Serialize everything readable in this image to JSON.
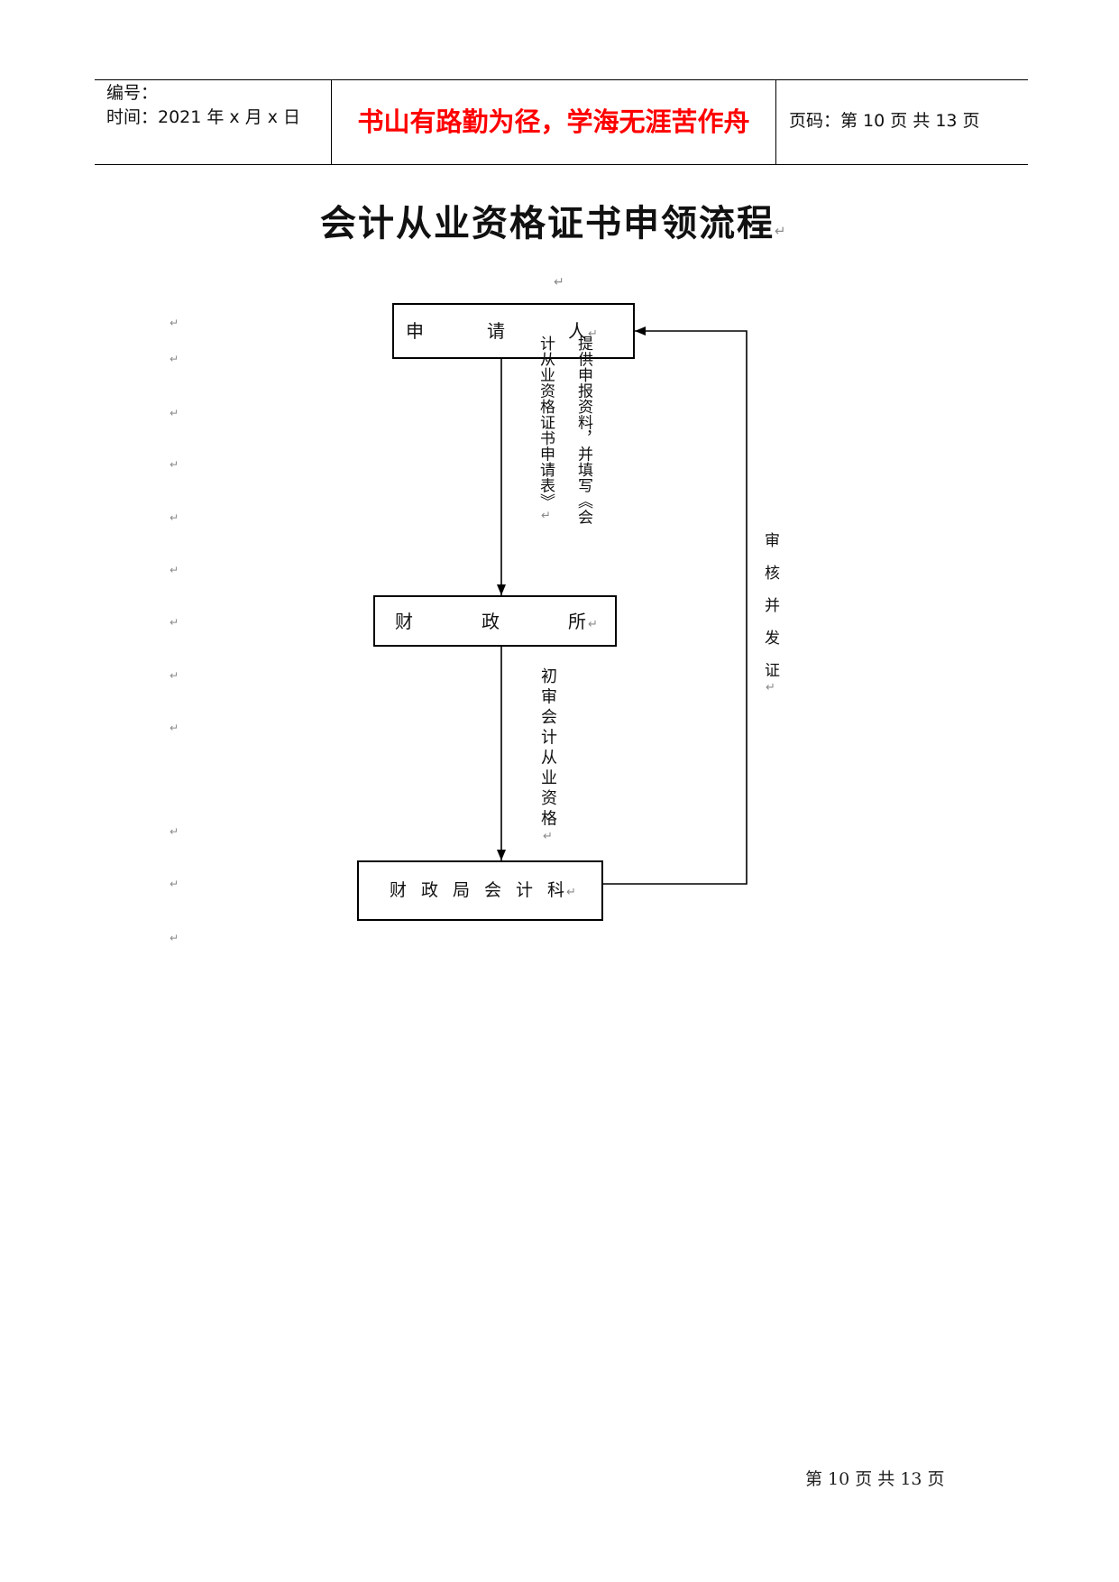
{
  "header": {
    "number_label": "编号：",
    "time_label": "时间：2021 年 x 月 x 日",
    "motto": "书山有路勤为径，学海无涯苦作舟",
    "page_label": "页码：第 10 页  共 13 页"
  },
  "title": "会计从业资格证书申领流程",
  "paragraph_mark": "↵",
  "flowchart": {
    "nodes": [
      {
        "label": "申请人"
      },
      {
        "label": "财政所"
      },
      {
        "label": "财政局会计科"
      }
    ],
    "edges": [
      {
        "from": 0,
        "to": 1,
        "label_lines": [
          "提供申报资料，并填写《会",
          "计从业资格证书申请表》"
        ]
      },
      {
        "from": 1,
        "to": 2,
        "label": "初审会计从业资格"
      },
      {
        "from": 2,
        "to": 0,
        "label": "审核并发证"
      }
    ]
  },
  "footer": {
    "page_text": "第 10 页 共 13 页"
  },
  "colors": {
    "motto": "#ff0000",
    "line": "#000000",
    "paragraph_mark": "#8a8a8a"
  }
}
